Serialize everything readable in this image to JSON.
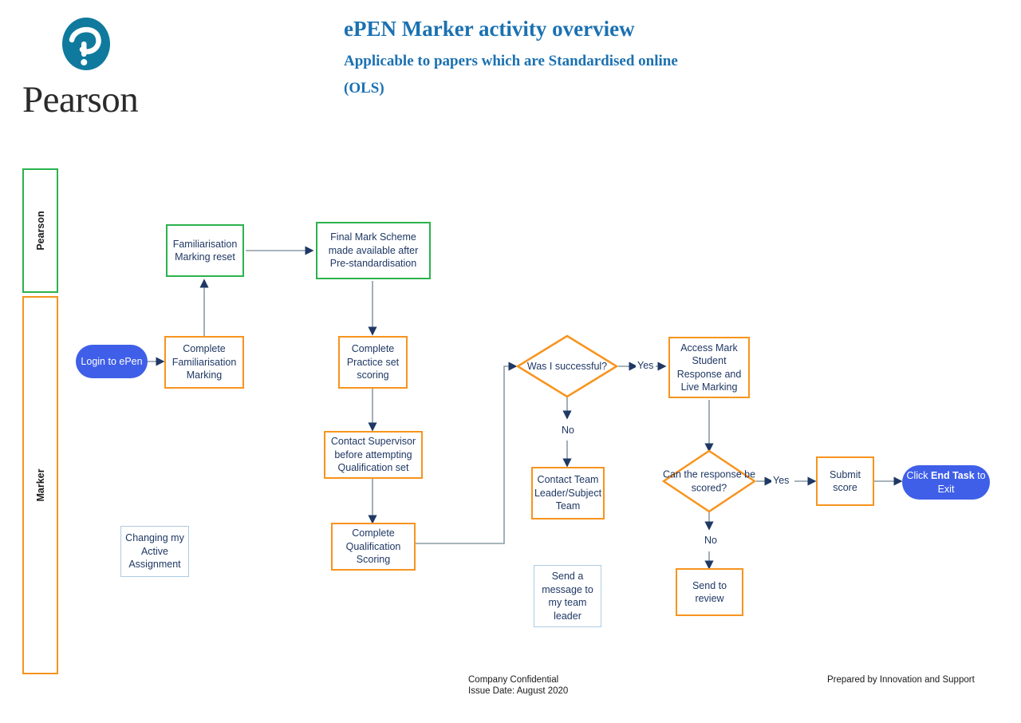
{
  "header": {
    "logo_alt": "Pearson",
    "logo_wordmark": "Pearson",
    "title": "ePEN Marker activity overview",
    "subtitle": "Applicable to papers which are Standardised online (OLS)"
  },
  "colors": {
    "title_blue": "#1B71B1",
    "pearson_teal": "#0F7A9D",
    "lane_green": "#2BB24C",
    "lane_orange": "#F7941E",
    "node_text": "#1F3864",
    "pill_blue": "#3F5FE8",
    "light_blue_border": "#AECBE3",
    "connector_grey": "#8C9BA5"
  },
  "lanes": [
    {
      "id": "pearson",
      "label": "Pearson",
      "color": "#2BB24C"
    },
    {
      "id": "marker",
      "label": "Marker",
      "color": "#F7941E"
    }
  ],
  "nodes": [
    {
      "id": "login",
      "label": "Login to ePen",
      "shape": "pill",
      "color": "#3F5FE8"
    },
    {
      "id": "fam-reset",
      "label": "Familiarisation Marking reset",
      "shape": "box",
      "color": "#2BB24C"
    },
    {
      "id": "final-ms",
      "label": "Final Mark Scheme made available after Pre-standardisation",
      "shape": "box",
      "color": "#2BB24C"
    },
    {
      "id": "complete-fam",
      "label": "Complete Familiarisation Marking",
      "shape": "box",
      "color": "#F7941E"
    },
    {
      "id": "practice-set",
      "label": "Complete Practice set scoring",
      "shape": "box",
      "color": "#F7941E"
    },
    {
      "id": "contact-sup",
      "label": "Contact Supervisor before attempting Qualification set",
      "shape": "box",
      "color": "#F7941E"
    },
    {
      "id": "qual-scoring",
      "label": "Complete Qualification Scoring",
      "shape": "box",
      "color": "#F7941E"
    },
    {
      "id": "changing-active",
      "label": "Changing my Active Assignment",
      "shape": "box",
      "color": "#AECBE3"
    },
    {
      "id": "was-successful",
      "label": "Was I successful?",
      "shape": "diamond",
      "color": "#F7941E"
    },
    {
      "id": "contact-team",
      "label": "Contact Team Leader/Subject Team",
      "shape": "box",
      "color": "#F7941E"
    },
    {
      "id": "send-message",
      "label": "Send a message to my team leader",
      "shape": "box",
      "color": "#AECBE3"
    },
    {
      "id": "access-mark",
      "label": "Access Mark Student Response and Live Marking",
      "shape": "box",
      "color": "#F7941E"
    },
    {
      "id": "can-be-scored",
      "label": "Can the response be scored?",
      "shape": "diamond",
      "color": "#F7941E"
    },
    {
      "id": "submit-score",
      "label": "Submit score",
      "shape": "box",
      "color": "#F7941E"
    },
    {
      "id": "send-review",
      "label": "Send to review",
      "shape": "box",
      "color": "#F7941E"
    },
    {
      "id": "end-task",
      "label": "Click End Task to Exit",
      "shape": "pill",
      "color": "#3F5FE8",
      "rich": {
        "prefix": "Click ",
        "bold": "End Task",
        "suffix": " to Exit"
      }
    }
  ],
  "edge_labels": {
    "successful_yes": "Yes",
    "successful_no": "No",
    "scored_yes": "Yes",
    "scored_no": "No"
  },
  "footer": {
    "confidential": "Company Confidential",
    "issue_date": "Issue Date: August 2020",
    "prepared_by": "Prepared by Innovation and Support"
  }
}
